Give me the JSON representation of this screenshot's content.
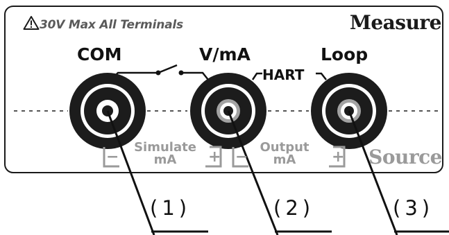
{
  "panel": {
    "warning_text": "30V Max All Terminals",
    "mode_top": "Measure",
    "mode_bottom": "Source"
  },
  "terminals": [
    {
      "label": "COM"
    },
    {
      "label": "V/mA"
    },
    {
      "label": "Loop"
    }
  ],
  "hart_label": "HART",
  "simulate_label": {
    "line1": "Simulate",
    "line2": "mA"
  },
  "output_label": {
    "line1": "Output",
    "line2": "mA"
  },
  "polarity": {
    "minus": "−",
    "plus": "+"
  },
  "callouts": [
    "(1)",
    "(2)",
    "(3)"
  ],
  "colors": {
    "ink": "#111111",
    "grey": "#9a9a9a"
  }
}
